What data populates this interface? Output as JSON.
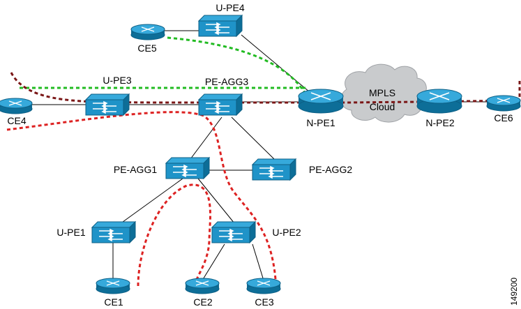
{
  "colors": {
    "device": "#1f93c8",
    "device_top": "#36a9db",
    "device_edge": "#0d5f85",
    "cloud": "#c9cbcd",
    "link": "#000000",
    "path_green": "#22bb22",
    "path_red": "#dd2222",
    "path_darkred": "#7a1616"
  },
  "diagram": {
    "nodes": [
      {
        "id": "ce5",
        "label": "CE5",
        "kind": "router"
      },
      {
        "id": "upe4",
        "label": "U-PE4",
        "kind": "switch"
      },
      {
        "id": "upe3",
        "label": "U-PE3",
        "kind": "switch"
      },
      {
        "id": "peagg3",
        "label": "PE-AGG3",
        "kind": "switch"
      },
      {
        "id": "npe1",
        "label": "N-PE1",
        "kind": "router"
      },
      {
        "id": "npe2",
        "label": "N-PE2",
        "kind": "router"
      },
      {
        "id": "ce6",
        "label": "CE6",
        "kind": "router"
      },
      {
        "id": "ce4",
        "label": "CE4",
        "kind": "router"
      },
      {
        "id": "peagg1",
        "label": "PE-AGG1",
        "kind": "switch"
      },
      {
        "id": "peagg2",
        "label": "PE-AGG2",
        "kind": "switch"
      },
      {
        "id": "upe1",
        "label": "U-PE1",
        "kind": "switch"
      },
      {
        "id": "upe2",
        "label": "U-PE2",
        "kind": "switch"
      },
      {
        "id": "ce1",
        "label": "CE1",
        "kind": "router"
      },
      {
        "id": "ce2",
        "label": "CE2",
        "kind": "router"
      },
      {
        "id": "ce3",
        "label": "CE3",
        "kind": "router"
      }
    ],
    "links": [
      [
        "ce5",
        "upe4"
      ],
      [
        "upe4",
        "npe1"
      ],
      [
        "ce4",
        "upe3"
      ],
      [
        "upe3",
        "peagg3"
      ],
      [
        "peagg3",
        "npe1"
      ],
      [
        "npe2",
        "ce6"
      ],
      [
        "peagg3",
        "peagg1"
      ],
      [
        "peagg3",
        "peagg2"
      ],
      [
        "peagg1",
        "peagg2"
      ],
      [
        "peagg1",
        "upe1"
      ],
      [
        "peagg1",
        "upe2"
      ],
      [
        "upe1",
        "ce1"
      ],
      [
        "upe2",
        "ce2"
      ],
      [
        "upe2",
        "ce3"
      ]
    ],
    "cloud": {
      "line1": "MPLS",
      "line2": "Cloud"
    },
    "figure_number": "149200"
  }
}
